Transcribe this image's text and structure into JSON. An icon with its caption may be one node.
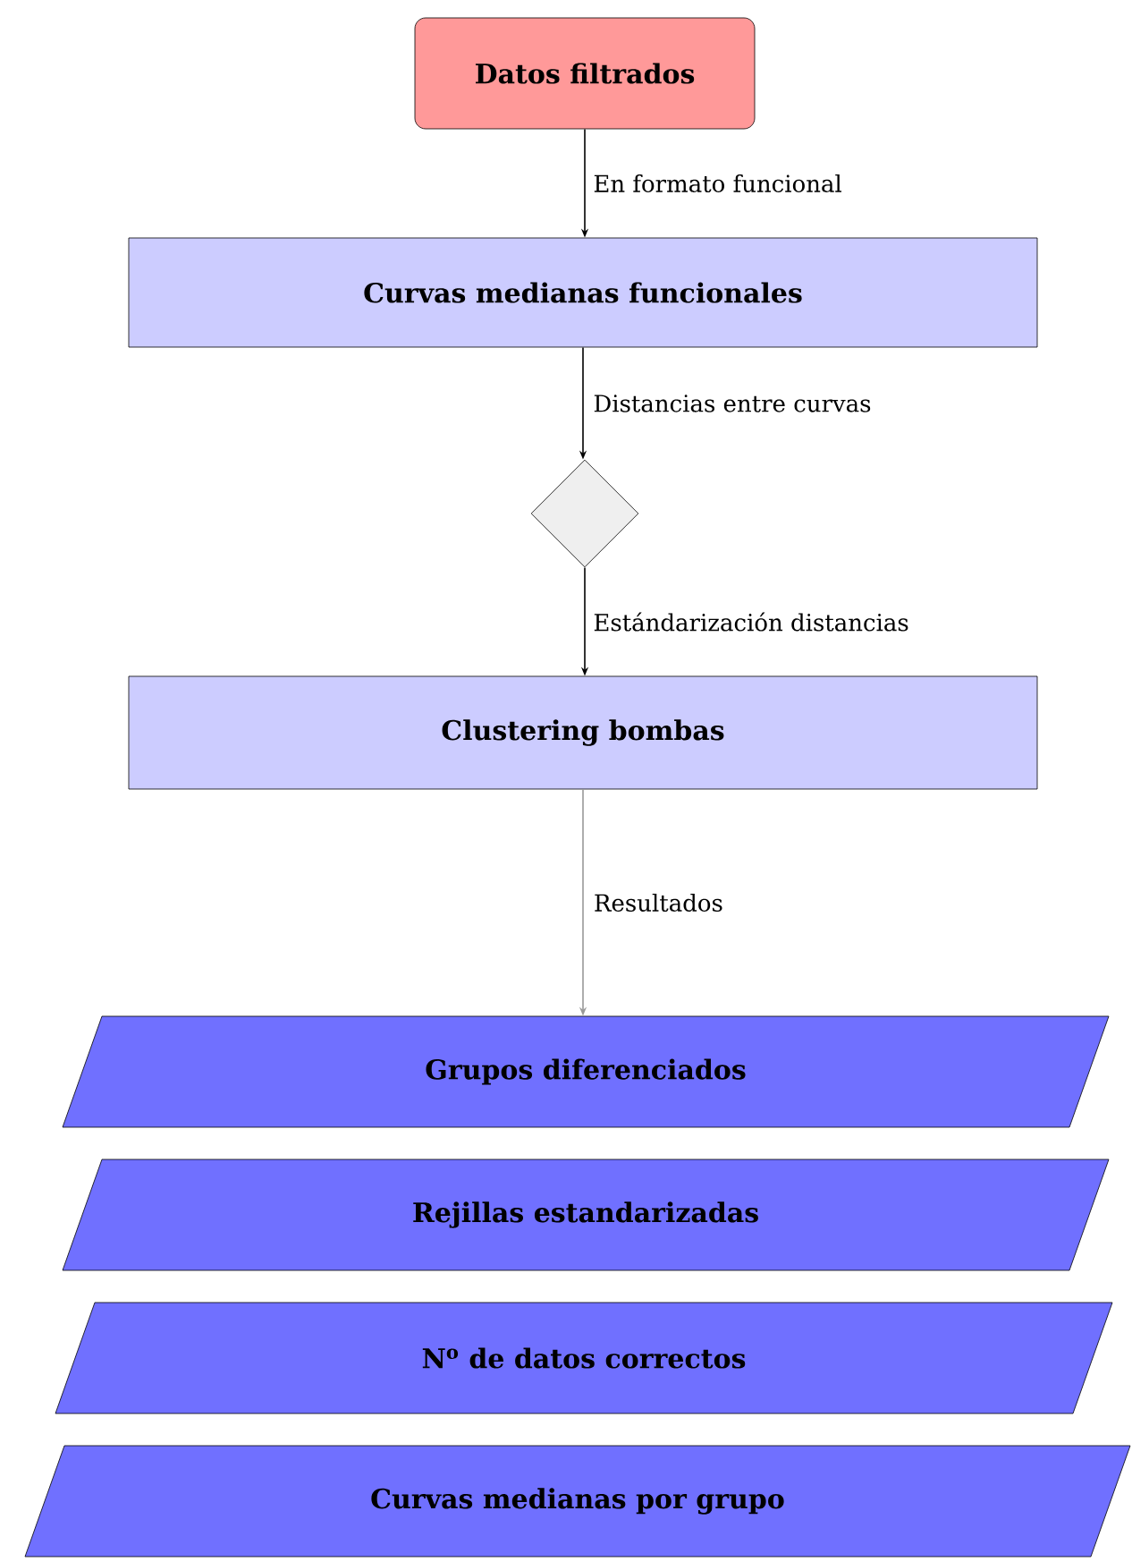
{
  "diagram": {
    "nodes": [
      {
        "text": [
          "Datos filtrados"
        ]
      },
      {
        "text": [
          "Curvas medianas funcionales"
        ]
      },
      {
        "text": [],
        "shape": "diamond"
      },
      {
        "text": [
          "Clustering bombas"
        ]
      },
      {
        "text": [
          "Grupos diferenciados"
        ]
      },
      {
        "text": [
          "Rejillas estandarizadas"
        ]
      },
      {
        "text": [
          "N$^{o}$ de datos correctos"
        ]
      },
      {
        "text": [
          "Curvas medianas por grupo"
        ]
      }
    ],
    "edges": [
      {
        "from": 0,
        "to": 1,
        "arrow": "to",
        "label": "En formato funcional"
      },
      {
        "from": 1,
        "to": 2,
        "arrow": "to",
        "label": "Distancias entre curvas"
      },
      {
        "from": 2,
        "to": 3,
        "arrow": "to",
        "label": "Estándarización distancias"
      },
      {
        "from": 3,
        "to": 4,
        "arrow": "to",
        "label": "Resultados",
        "color": "#999999"
      }
    ]
  }
}
